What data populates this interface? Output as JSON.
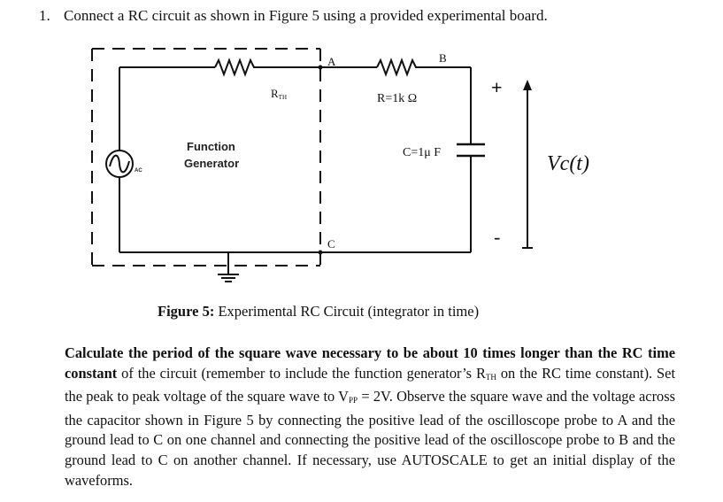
{
  "heading": {
    "number": "1.",
    "text": "Connect a RC circuit as shown in Figure 5 using a provided experimental board."
  },
  "figure": {
    "node_a": "A",
    "node_b": "B",
    "node_c": "C",
    "rth_label_main": "R",
    "rth_label_sub": "TH",
    "resistor_label": "R=1k Ω",
    "capacitor_label": "C=1μ F",
    "source_ac_label": "AC",
    "function_generator_line1": "Function",
    "function_generator_line2": "Generator",
    "plus_sign": "+",
    "minus_sign": "-",
    "vc_label": "Vc(t)"
  },
  "caption": {
    "bold": "Figure 5:",
    "rest": " Experimental RC Circuit (integrator in time)"
  },
  "paragraph": {
    "bold_part": "Calculate the period of the square wave necessary to be about 10 times longer than the RC time constant",
    "part1": " of the circuit (remember to include the function generator’s R",
    "sub_th": "TH",
    "part2": " on the RC time constant). Set the peak to peak voltage of the square wave to V",
    "sub_pp": "PP",
    "part3": " = 2V. Observe the square wave and the voltage across the capacitor shown in Figure 5 by connecting the positive lead of the oscilloscope probe to A and the ground lead to C on one channel and connecting the positive lead of the oscilloscope probe to B and the ground lead to C on another channel. If necessary, use AUTOSCALE to get an initial display of the waveforms."
  }
}
